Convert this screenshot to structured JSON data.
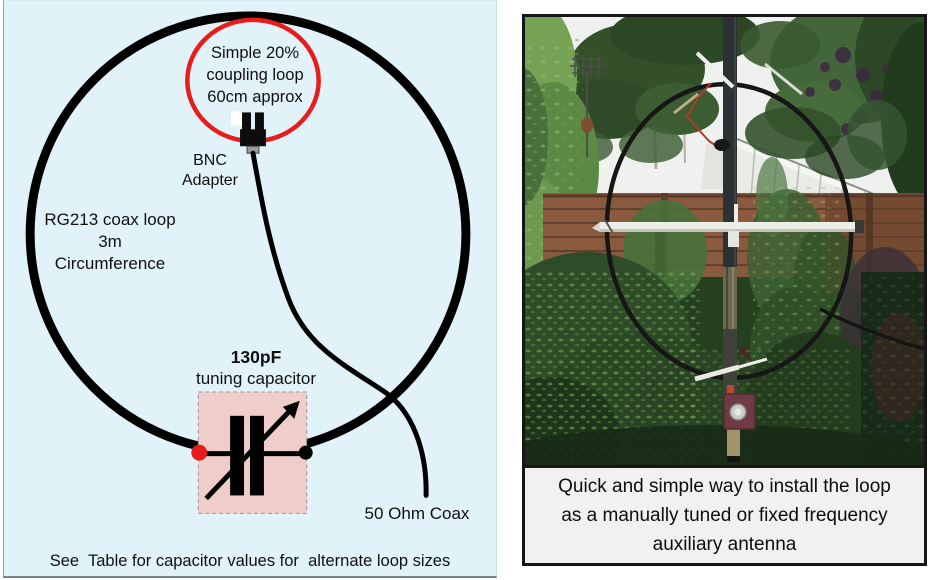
{
  "colors": {
    "diagram_background": "#e1f3f9",
    "accent_red": "#e81c1c",
    "capacitor_box_fill": "#efcdca",
    "caption_background": "#f2f1ef"
  },
  "diagram": {
    "coupling_label": {
      "lines": [
        "Simple 20%",
        "coupling loop",
        "60cm approx"
      ]
    },
    "bnc_label": {
      "lines": [
        "BNC",
        "Adapter"
      ]
    },
    "loop_label": {
      "lines": [
        "RG213 coax loop",
        "3m",
        "Circumference"
      ]
    },
    "capacitor_value": "130pF",
    "capacitor_name": "tuning capacitor",
    "coax_label": "50 Ohm Coax",
    "footnote": "See  Table for capacitor values for  alternate loop sizes"
  },
  "photo_panel": {
    "caption": {
      "lines": [
        "Quick and simple way to install the loop",
        "as a manually tuned or fixed frequency",
        "auxiliary antenna"
      ]
    }
  }
}
